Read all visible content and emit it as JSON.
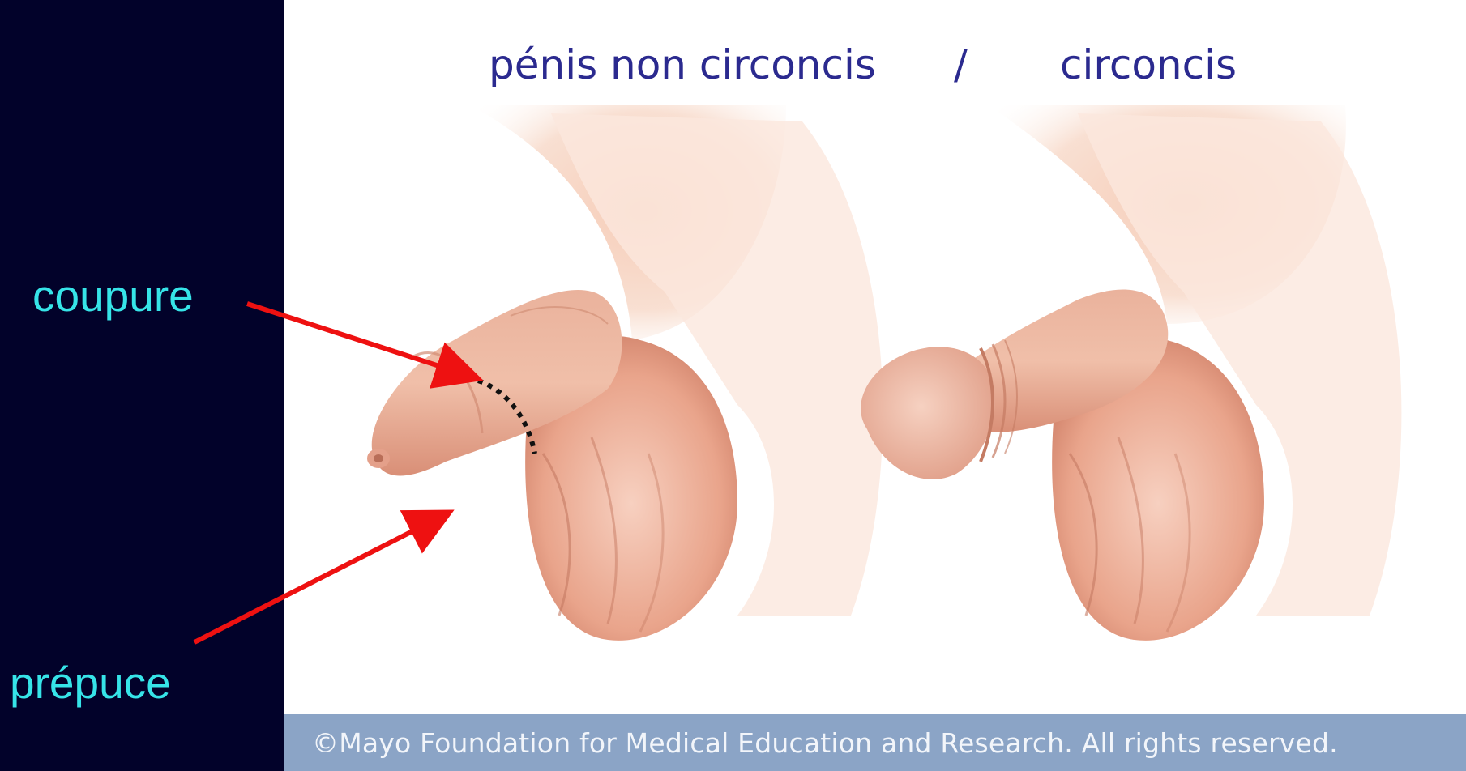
{
  "title": {
    "left": "pénis non circoncis",
    "separator": "/",
    "right": "circoncis"
  },
  "labels": {
    "coupure": "coupure",
    "prepuce": "prépuce"
  },
  "credit": "©Mayo Foundation for Medical Education and Research.  All rights reserved.",
  "colors": {
    "background": "#02022a",
    "label": "#36e4e8",
    "title": "#2b2a8f",
    "arrow": "#ee1111",
    "skin": "#f2bca4",
    "credit_bar": "#8ba4c6"
  }
}
